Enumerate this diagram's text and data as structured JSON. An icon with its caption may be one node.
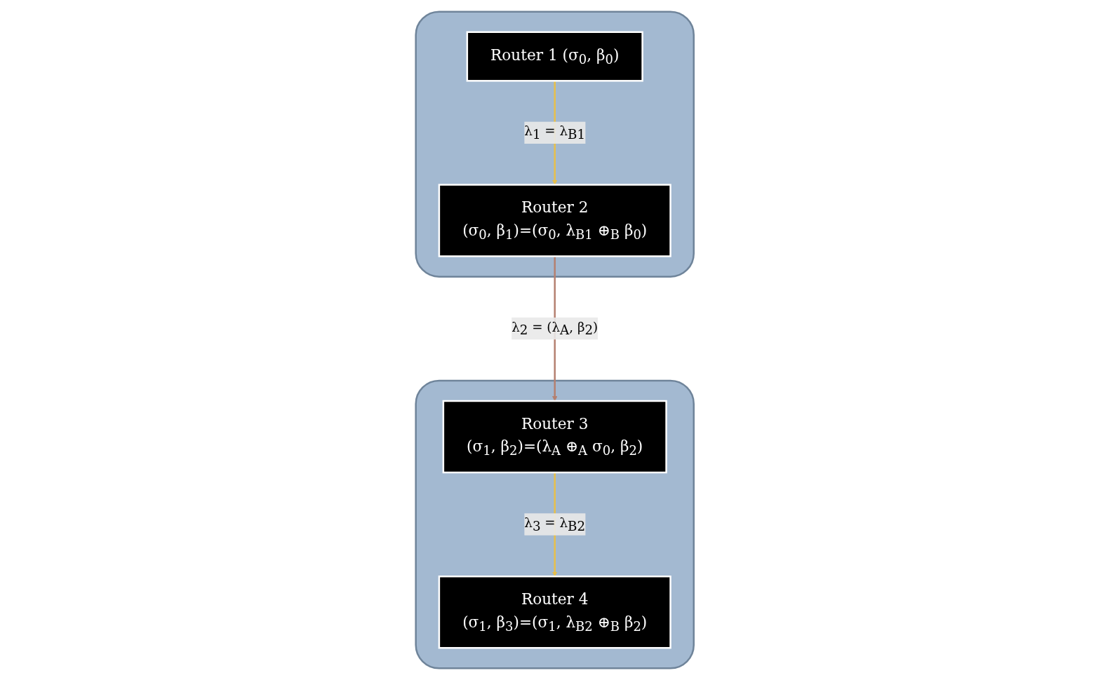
{
  "diagram": {
    "nodes": [
      {
        "text": [],
        "shape": "box"
      },
      {
        "text": [
          "Router 1 (σ$_{0}$, β$_{0}$)"
        ],
        "in": 0
      },
      {
        "text": [
          "Router 2",
          "(σ$_{0}$, β$_{1}$)=(σ$_{0}$, λ$_{B1}$ ⊕$_{B}$ β$_{0}$)"
        ],
        "in": 0
      },
      {
        "text": [],
        "shape": "box"
      },
      {
        "text": [
          "Router 3",
          "(σ$_{1}$, β$_{2}$)=(λ$_{A}$ ⊕$_{A}$ σ$_{0}$, β$_{2}$)"
        ],
        "in": 3
      },
      {
        "text": [
          "Router 4",
          "(σ$_{1}$, β$_{3}$)=(σ$_{1}$, λ$_{B2}$ ⊕$_{B}$ β$_{2}$)"
        ],
        "in": 3
      }
    ],
    "edges": [
      {
        "from": 1,
        "to": 2,
        "arrow": "to",
        "label": "λ$_{1}$ = λ$_{B1}$"
      },
      {
        "from": 2,
        "to": 4,
        "arrow": "to",
        "label": "λ$_{2}$ = (λ$_{A}$, β$_{2}$)",
        "color": "#b5806f"
      },
      {
        "from": 4,
        "to": 5,
        "arrow": "to",
        "label": "λ$_{3}$ = λ$_{B2}$"
      }
    ]
  }
}
